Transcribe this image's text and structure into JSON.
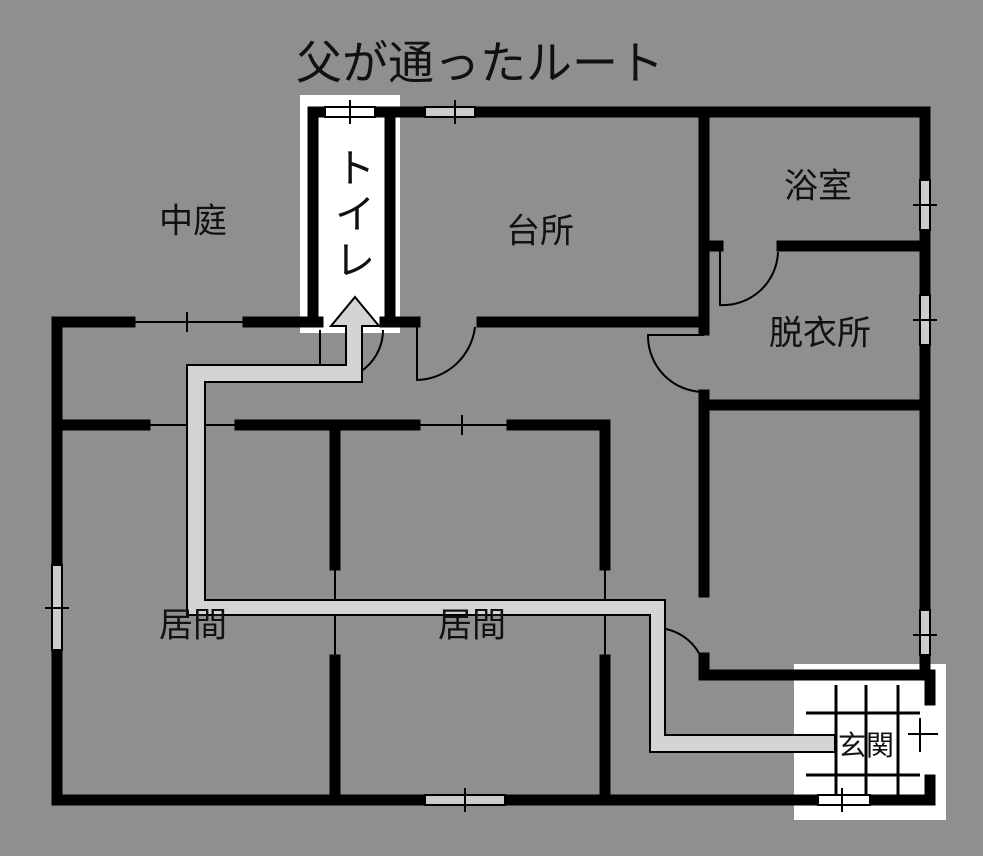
{
  "title": "父が通ったルート",
  "rooms": {
    "courtyard": "中庭",
    "toilet": "トイレ",
    "kitchen": "台所",
    "bathroom": "浴室",
    "dressing_room": "脱衣所",
    "living_room_1": "居間",
    "living_room_2": "居間",
    "entrance": "玄関"
  },
  "colors": {
    "background": "#8f8f8f",
    "route": "#d4d4d4",
    "highlight": "#ffffff",
    "wall": "#000000"
  }
}
